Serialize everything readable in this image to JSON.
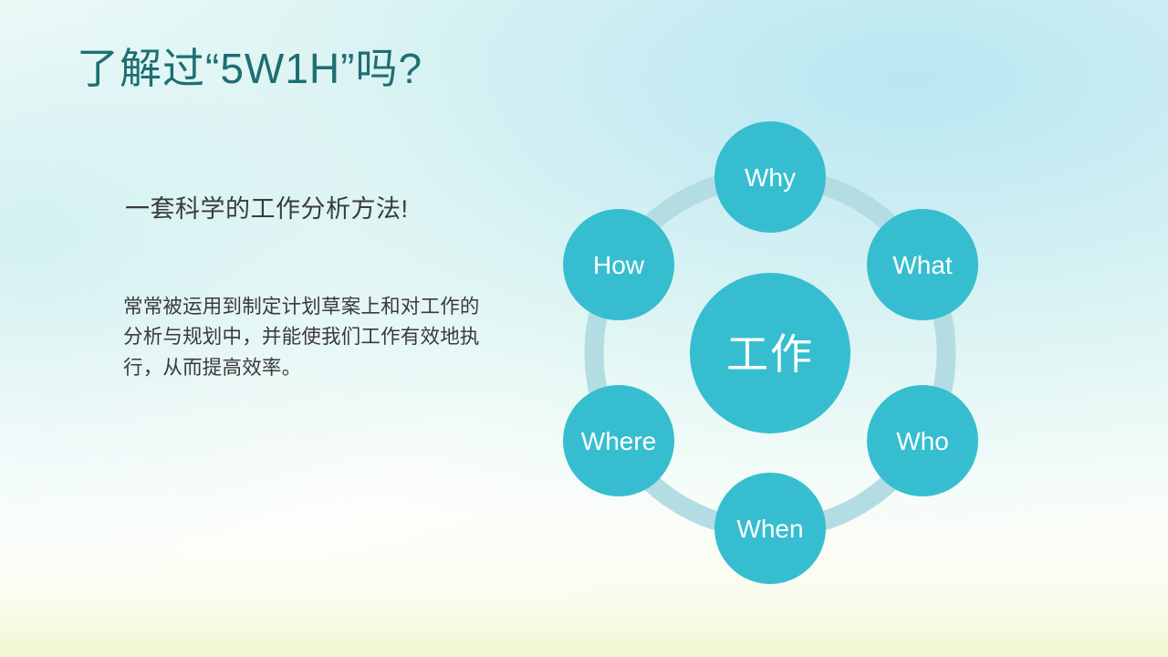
{
  "slide": {
    "title": "了解过“5W1H”吗?",
    "lead": "一套科学的工作分析方法!",
    "body": "常常被运用到制定计划草案上和对工作的分析与规划中，并能使我们工作有效地执行，从而提高效率。"
  },
  "colors": {
    "title_text": "#1d6f72",
    "body_text": "#3a3a3a",
    "circle_fill": "#36bed0",
    "ring_stroke": "#b3dde3",
    "label_text": "#ffffff",
    "background_top": "#b9e7f1",
    "background_bottom": "#f0f6cd"
  },
  "diagram": {
    "name": "5W1H wheel",
    "center": {
      "label": "工作"
    },
    "nodes": [
      {
        "label": "Why",
        "position": "top"
      },
      {
        "label": "What",
        "position": "upper-right"
      },
      {
        "label": "Who",
        "position": "lower-right"
      },
      {
        "label": "When",
        "position": "bottom"
      },
      {
        "label": "Where",
        "position": "lower-left"
      },
      {
        "label": "How",
        "position": "upper-left"
      }
    ]
  }
}
